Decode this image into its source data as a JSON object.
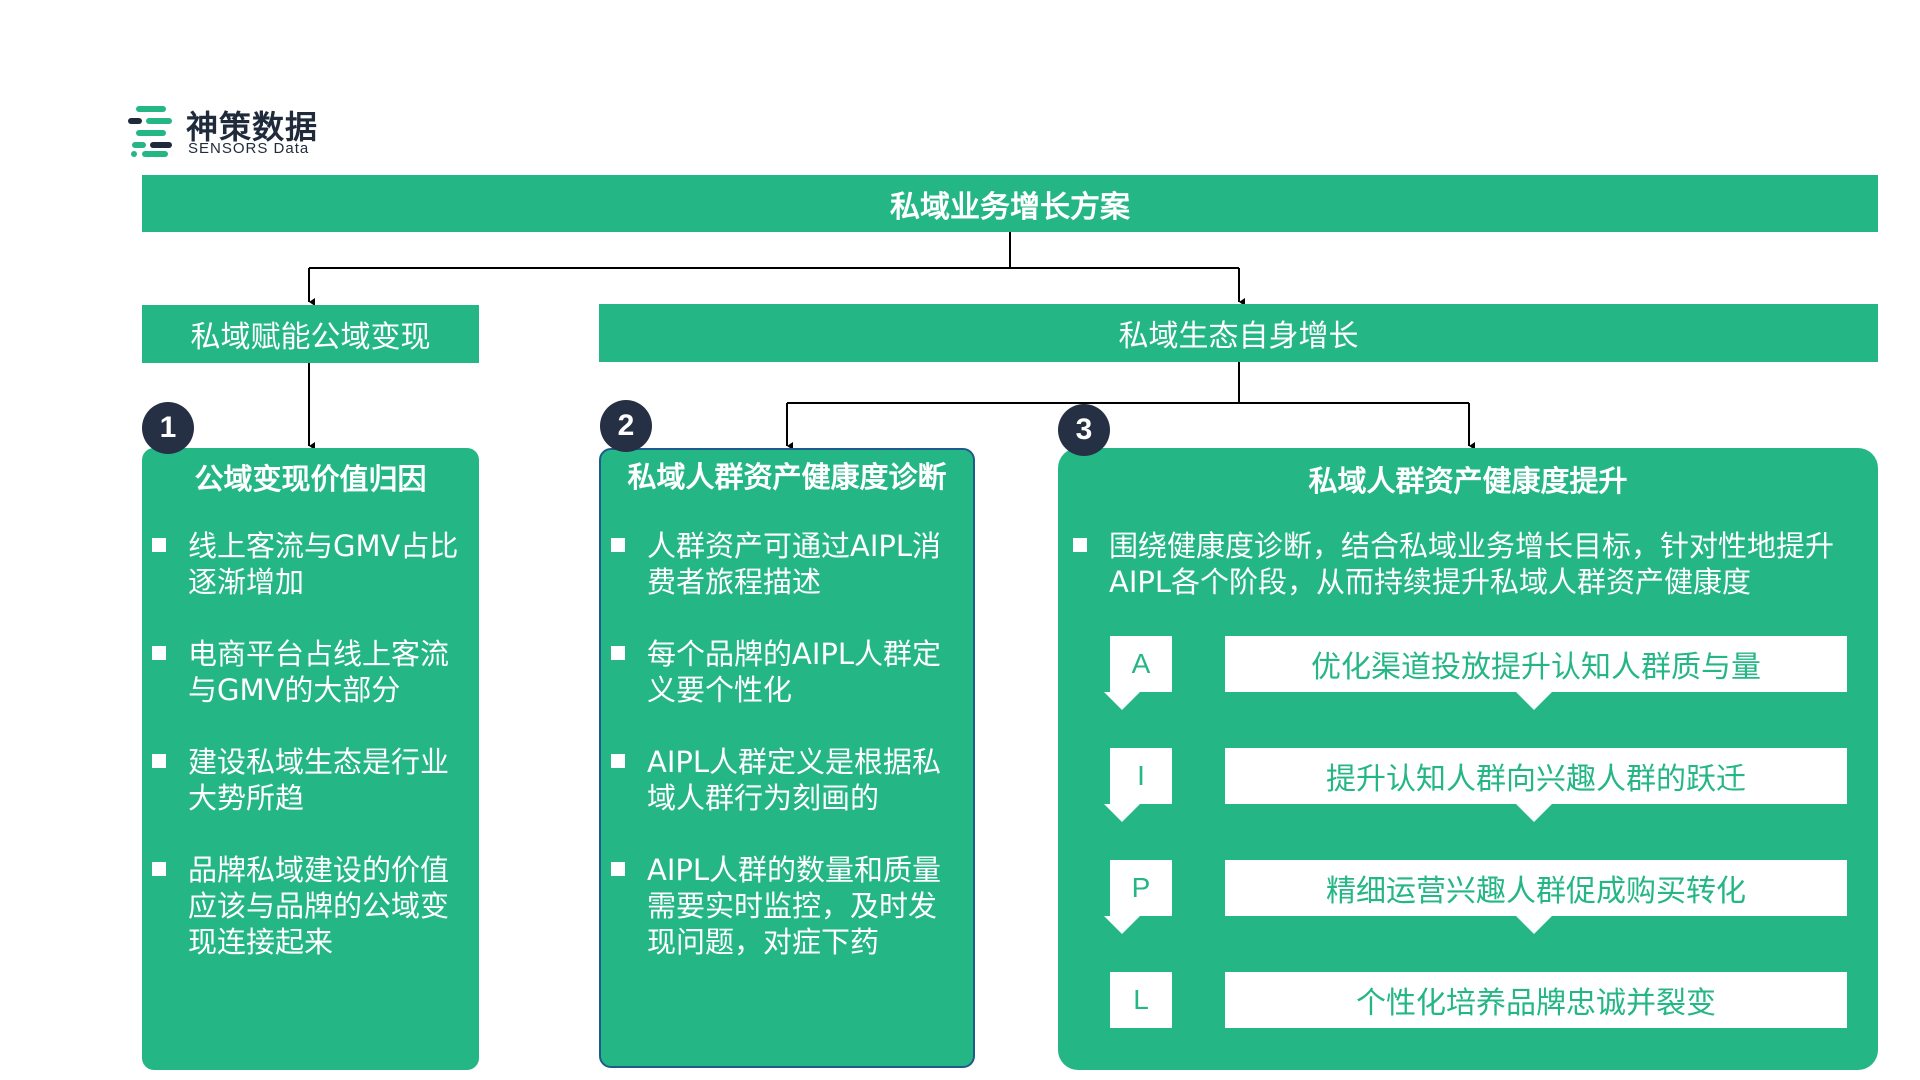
{
  "logo": {
    "name_cn": "神策数据",
    "name_en": "SENSORS Data"
  },
  "colors": {
    "brand_green": "#25b686",
    "badge_dark": "#263044",
    "card2_border": "#1e5b8c"
  },
  "root": {
    "title": "私域业务增长方案"
  },
  "branches": {
    "left": "私域赋能公域变现",
    "right": "私域生态自身增长"
  },
  "cards": [
    {
      "badge": "1",
      "title": "公域变现价值归因",
      "bullets": [
        "线上客流与GMV占比逐渐增加",
        "电商平台占线上客流与GMV的大部分",
        "建设私域生态是行业大势所趋",
        "品牌私域建设的价值应该与品牌的公域变现连接起来"
      ]
    },
    {
      "badge": "2",
      "title": "私域人群资产健康度诊断",
      "bullets": [
        "人群资产可通过AIPL消费者旅程描述",
        "每个品牌的AIPL人群定义要个性化",
        "AIPL人群定义是根据私域人群行为刻画的",
        "AIPL人群的数量和质量需要实时监控，及时发现问题，对症下药"
      ]
    },
    {
      "badge": "3",
      "title": "私域人群资产健康度提升",
      "bullets": [
        "围绕健康度诊断，结合私域业务增长目标，针对性地提升AIPL各个阶段，从而持续提升私域人群资产健康度"
      ],
      "stages": [
        {
          "letter": "A",
          "text": "优化渠道投放提升认知人群质与量"
        },
        {
          "letter": "I",
          "text": "提升认知人群向兴趣人群的跃迁"
        },
        {
          "letter": "P",
          "text": "精细运营兴趣人群促成购买转化"
        },
        {
          "letter": "L",
          "text": "个性化培养品牌忠诚并裂变"
        }
      ]
    }
  ]
}
